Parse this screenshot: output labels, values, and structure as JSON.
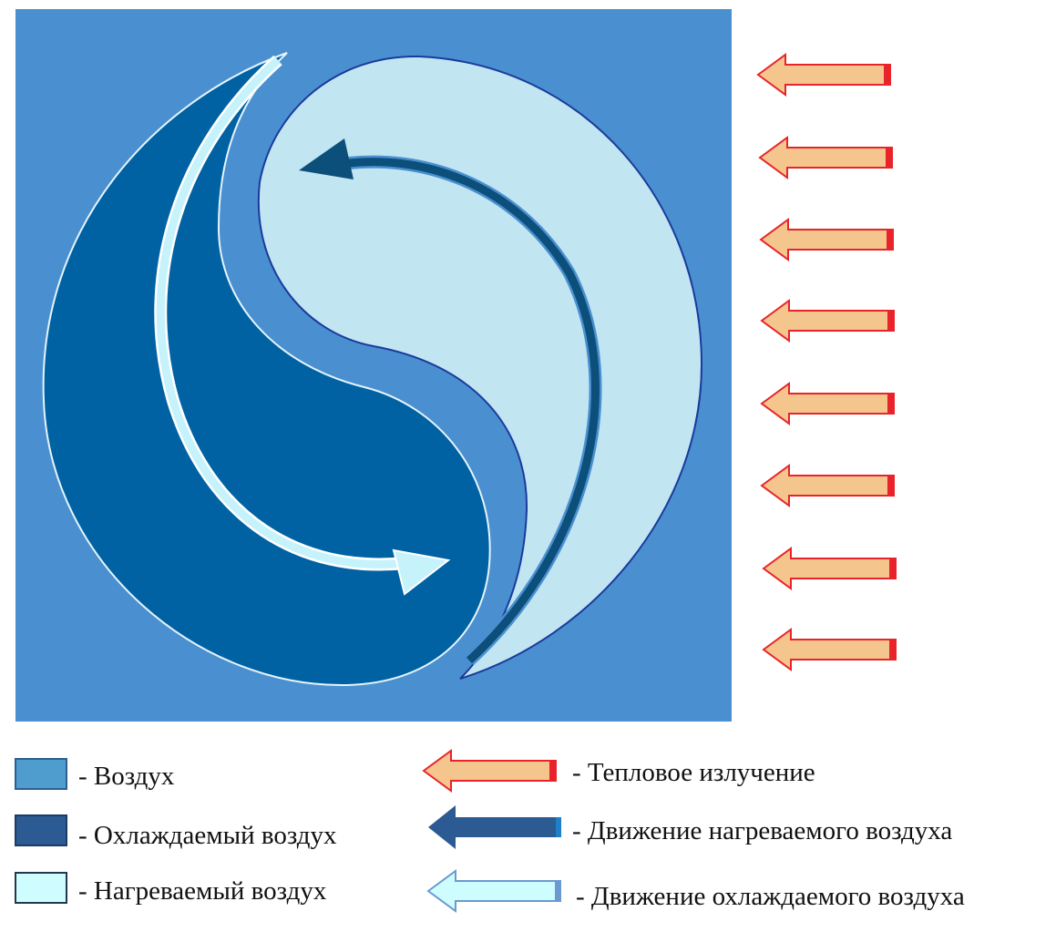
{
  "colors": {
    "air": "#4a90d0",
    "cooled_air": "#0062a3",
    "heated_air": "#c1e5f1",
    "heat_radiation_fill": "#f5c58e",
    "heat_radiation_stroke": "#e8242a",
    "heated_motion_arrow": "#0c4f7a",
    "cooled_motion_arrow": "#c6f2fb"
  },
  "heat_radiation_arrow_count": 8,
  "legend": {
    "air": "- Воздух",
    "cooled_air": "- Охлаждаемый воздух",
    "heated_air": "- Нагреваемый воздух",
    "heat_radiation": "- Тепловое излучение",
    "heated_air_motion": "- Движение нагреваемого воздуха",
    "cooled_air_motion": "- Движение охлаждаемого воздуха"
  }
}
